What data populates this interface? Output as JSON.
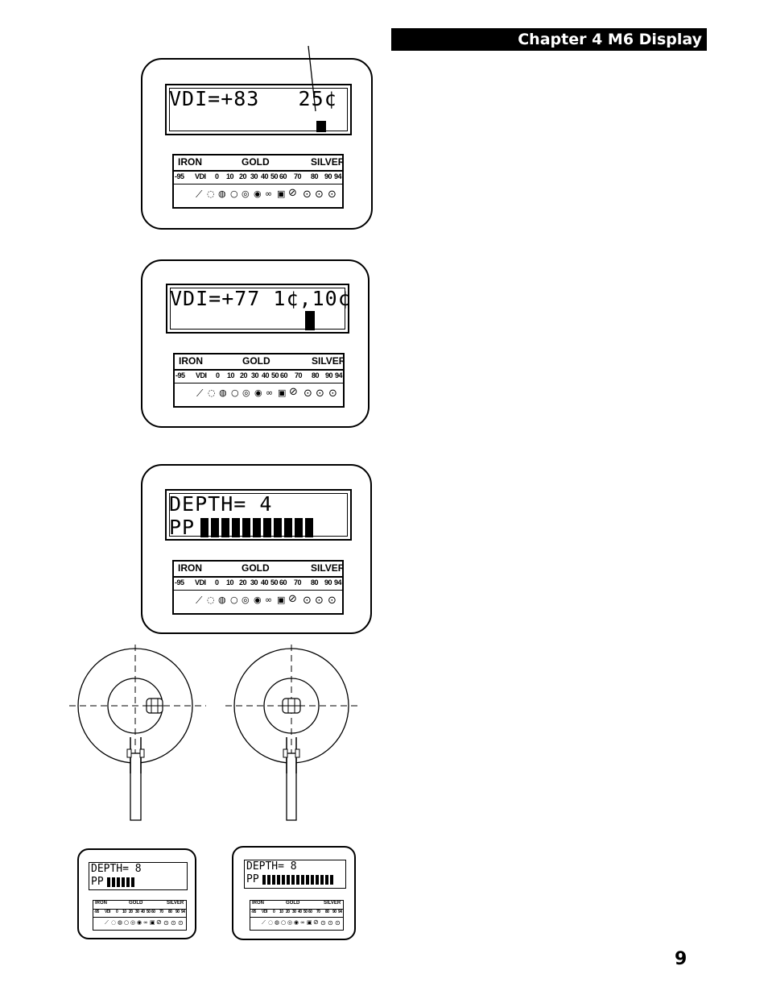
{
  "header": {
    "chapter_title": "Chapter 4 M6 Display"
  },
  "page_number": "9",
  "display1": {
    "line1": "VDI=+83   25¢"
  },
  "display2": {
    "line1": "VDI=+77 1¢,10¢"
  },
  "display3": {
    "line1": "DEPTH= 4",
    "line2": "PP"
  },
  "display_small_left": {
    "line1": "DEPTH= 8",
    "line2": "PP"
  },
  "display_small_right": {
    "line1": "DEPTH= 8",
    "line2": "PP"
  },
  "scale": {
    "iron": "IRON",
    "gold": "GOLD",
    "silver": "SILVER",
    "numbers": [
      "-95",
      "VDI",
      "0",
      "10",
      "20",
      "30",
      "40",
      "50",
      "60",
      "70",
      "80",
      "90",
      "94"
    ]
  }
}
